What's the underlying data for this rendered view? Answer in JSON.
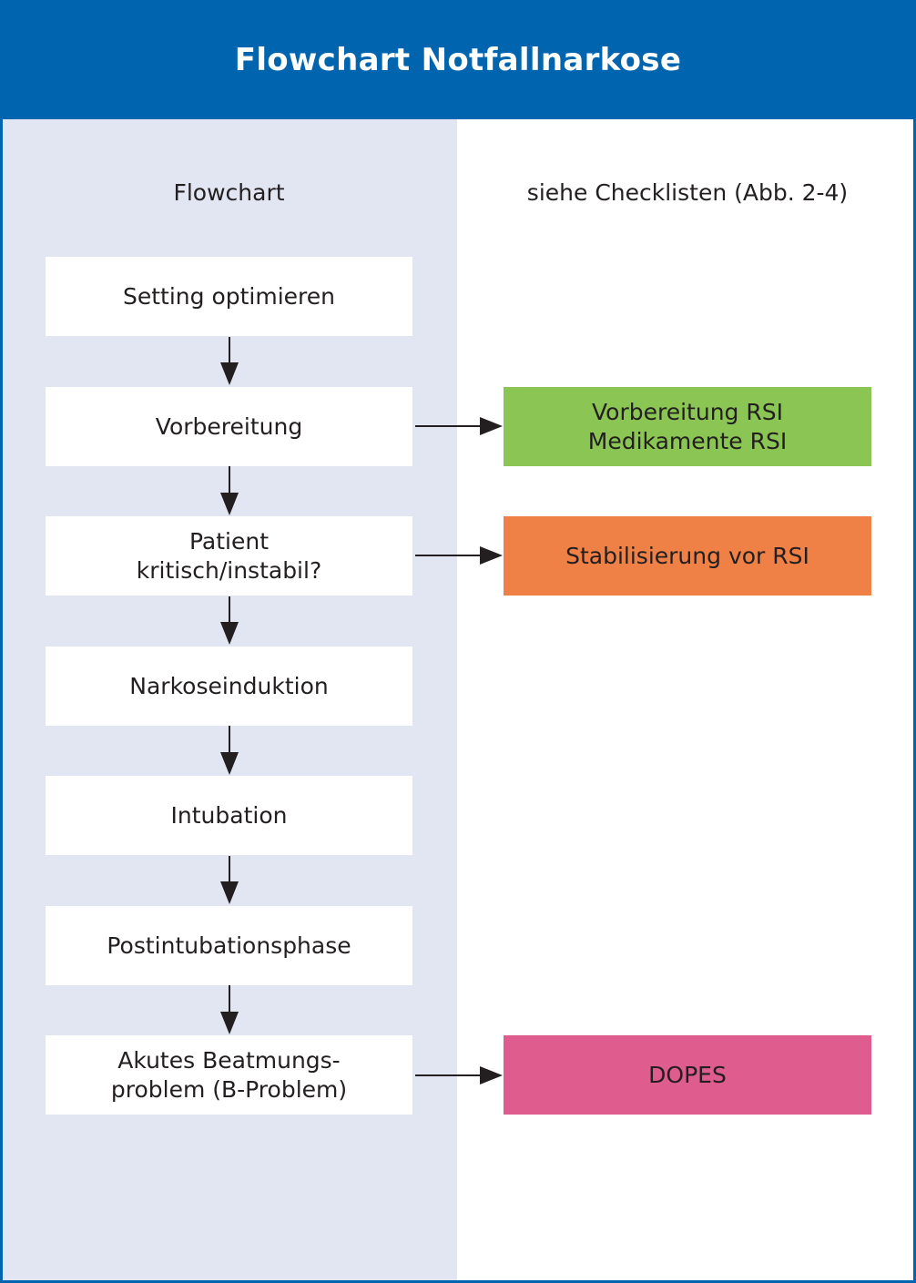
{
  "header": {
    "title": "Flowchart Notfallnarkose"
  },
  "columns": {
    "left_heading": "Flowchart",
    "right_heading": "siehe Checklisten (Abb. 2-4)"
  },
  "steps": [
    {
      "lines": [
        "Setting optimieren"
      ]
    },
    {
      "lines": [
        "Vorbereitung"
      ]
    },
    {
      "lines": [
        "Patient",
        "kritisch/instabil?"
      ]
    },
    {
      "lines": [
        "Narkoseinduktion"
      ]
    },
    {
      "lines": [
        "Intubation"
      ]
    },
    {
      "lines": [
        "Postintubationsphase"
      ]
    },
    {
      "lines": [
        "Akutes Beatmungs-",
        "problem (B-Problem)"
      ]
    }
  ],
  "checklists": [
    {
      "lines": [
        "Vorbereitung RSI",
        "Medikamente RSI"
      ],
      "color": "#8bc553"
    },
    {
      "lines": [
        "Stabilisierung vor RSI"
      ],
      "color": "#f08146"
    },
    {
      "lines": [
        "DOPES"
      ],
      "color": "#df5c8e"
    }
  ],
  "colors": {
    "brand_blue": "#0164ae",
    "left_column_bg": "#e2e6f3",
    "text": "#231f20"
  }
}
